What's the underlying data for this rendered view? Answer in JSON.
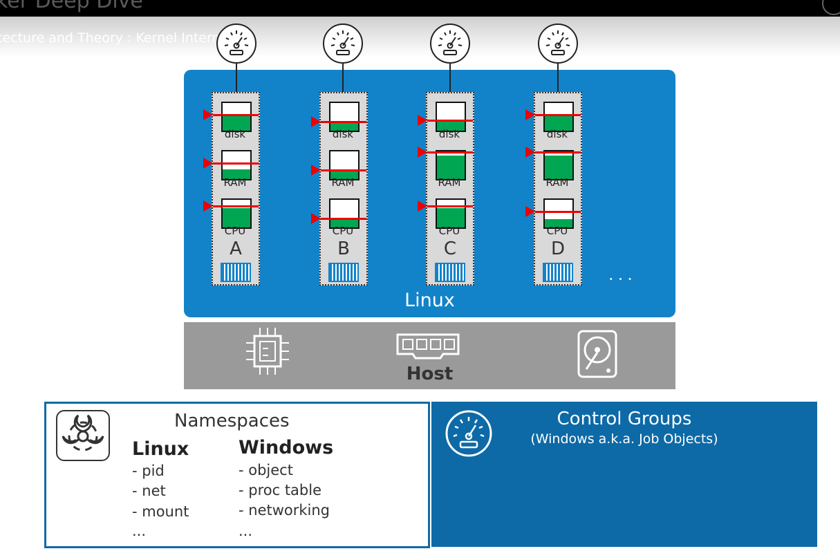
{
  "header": {
    "video_title": "ker Deep Dive",
    "subtitle": "tecture and Theory : Kernel Internals"
  },
  "diagram": {
    "linux_label": "Linux",
    "more_indicator": "...",
    "resource_labels": {
      "disk": "disk",
      "ram": "RAM",
      "cpu": "CPU"
    },
    "containers": [
      {
        "name": "A",
        "disk_usage": 0.55,
        "ram_usage": 0.35,
        "cpu_usage": 0.7
      },
      {
        "name": "B",
        "disk_usage": 0.35,
        "ram_usage": 0.35,
        "cpu_usage": 0.3
      },
      {
        "name": "C",
        "disk_usage": 0.4,
        "ram_usage": 0.85,
        "cpu_usage": 0.7
      },
      {
        "name": "D",
        "disk_usage": 0.55,
        "ram_usage": 0.85,
        "cpu_usage": 0.3
      }
    ],
    "host_label": "Host",
    "host_icons": [
      "cpu-chip-icon",
      "memory-module-icon",
      "hard-disk-icon"
    ]
  },
  "namespaces": {
    "title": "Namespaces",
    "icon": "biohazard-icon",
    "linux": {
      "heading": "Linux",
      "items": [
        "- pid",
        "- net",
        "- mount",
        "..."
      ]
    },
    "windows": {
      "heading": "Windows",
      "items": [
        "- object",
        "- proc table",
        "- networking",
        "..."
      ]
    }
  },
  "control_groups": {
    "title": "Control Groups",
    "subtitle": "(Windows a.k.a. Job Objects)",
    "icon": "gauge-icon"
  },
  "colors": {
    "linux_blue": "#1283c9",
    "panel_blue": "#0d6aa7",
    "host_gray": "#9a9a9a",
    "usage_green": "#00a651",
    "limit_red": "#ee0000"
  }
}
